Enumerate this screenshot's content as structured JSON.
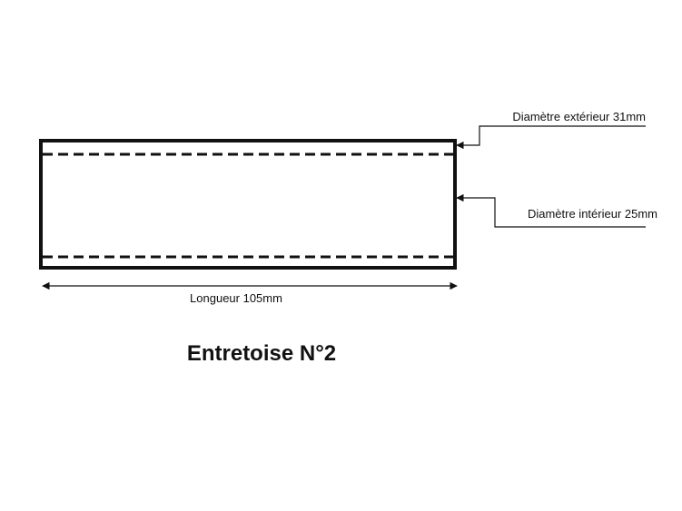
{
  "drawing": {
    "title": "Entretoise N°2",
    "length_label": "Longueur 105mm",
    "outer_diameter_label": "Diamètre extérieur 31mm",
    "inner_diameter_label": "Diamètre intérieur 25mm"
  },
  "colors": {
    "ink": "#111111",
    "background": "#ffffff"
  }
}
